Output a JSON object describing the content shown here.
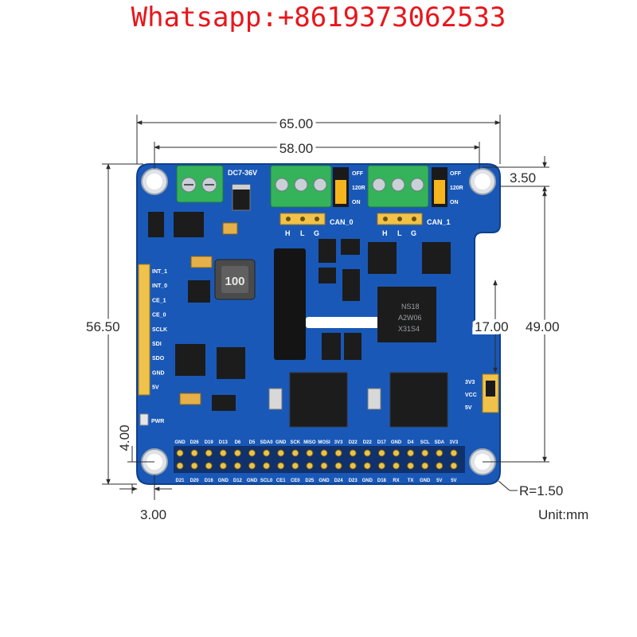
{
  "header": {
    "contact": "Whatsapp:+8619373062533"
  },
  "dimensions": {
    "width_total": "65.00",
    "width_holes": "58.00",
    "hole_offset_right": "3.50",
    "height_total": "56.50",
    "height_holes": "49.00",
    "height_notch": "17.00",
    "bottom_offset": "4.00",
    "left_offset": "3.00",
    "corner_radius": "R=1.50",
    "unit": "Unit:mm"
  },
  "board": {
    "power_label": "DC7-36V",
    "can0_label": "CAN_0",
    "can1_label": "CAN_1",
    "can_pins": [
      "H",
      "L",
      "G"
    ],
    "jumper_labels": [
      "OFF",
      "120R",
      "ON"
    ],
    "inductor_label": "100",
    "left_header": [
      "INT_1",
      "INT_0",
      "CE_1",
      "CE_0",
      "SCLK",
      "SDI",
      "SDO",
      "GND",
      "5V"
    ],
    "pwr_label": "PWR",
    "voltage_labels": [
      "3V3",
      "VCC",
      "5V"
    ],
    "gpio_top": [
      "GND",
      "D26",
      "D19",
      "D13",
      "D6",
      "D5",
      "SDA0",
      "GND",
      "SCK",
      "MISO",
      "MOSI",
      "3V3",
      "D22",
      "D22",
      "D17",
      "GND",
      "D4",
      "SCL",
      "SDA",
      "3V3"
    ],
    "gpio_bottom": [
      "D21",
      "D20",
      "D16",
      "GND",
      "D12",
      "GND",
      "SCL0",
      "CE1",
      "CE0",
      "D25",
      "GND",
      "D24",
      "D23",
      "GND",
      "D18",
      "RX",
      "TX",
      "GND",
      "5V",
      "5V"
    ],
    "chip_text": [
      "NS18",
      "A2W06",
      "X31S4"
    ]
  },
  "colors": {
    "board": "#1958b7",
    "board_dark": "#0f3f8a",
    "terminal": "#34b35a",
    "jumper": "#f6b41d",
    "header_pin": "#e9c44c",
    "dimension_line": "#2b2b2b"
  }
}
